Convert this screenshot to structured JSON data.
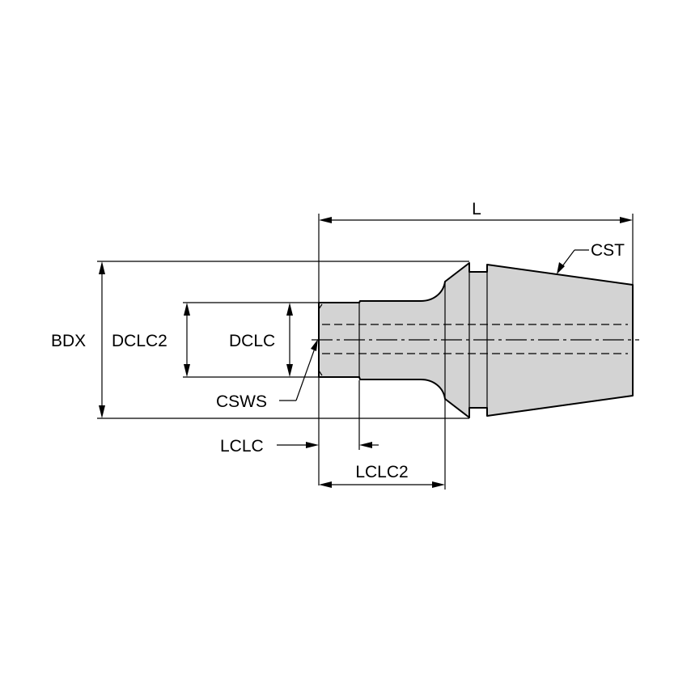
{
  "diagram": {
    "labels": {
      "L": "L",
      "CST": "CST",
      "BDX": "BDX",
      "DCLC2": "DCLC2",
      "DCLC": "DCLC",
      "CSWS": "CSWS",
      "LCLC": "LCLC",
      "LCLC2": "LCLC2"
    },
    "colors": {
      "part_fill": "#d3d3d3",
      "line": "#000000",
      "background": "#ffffff"
    }
  }
}
